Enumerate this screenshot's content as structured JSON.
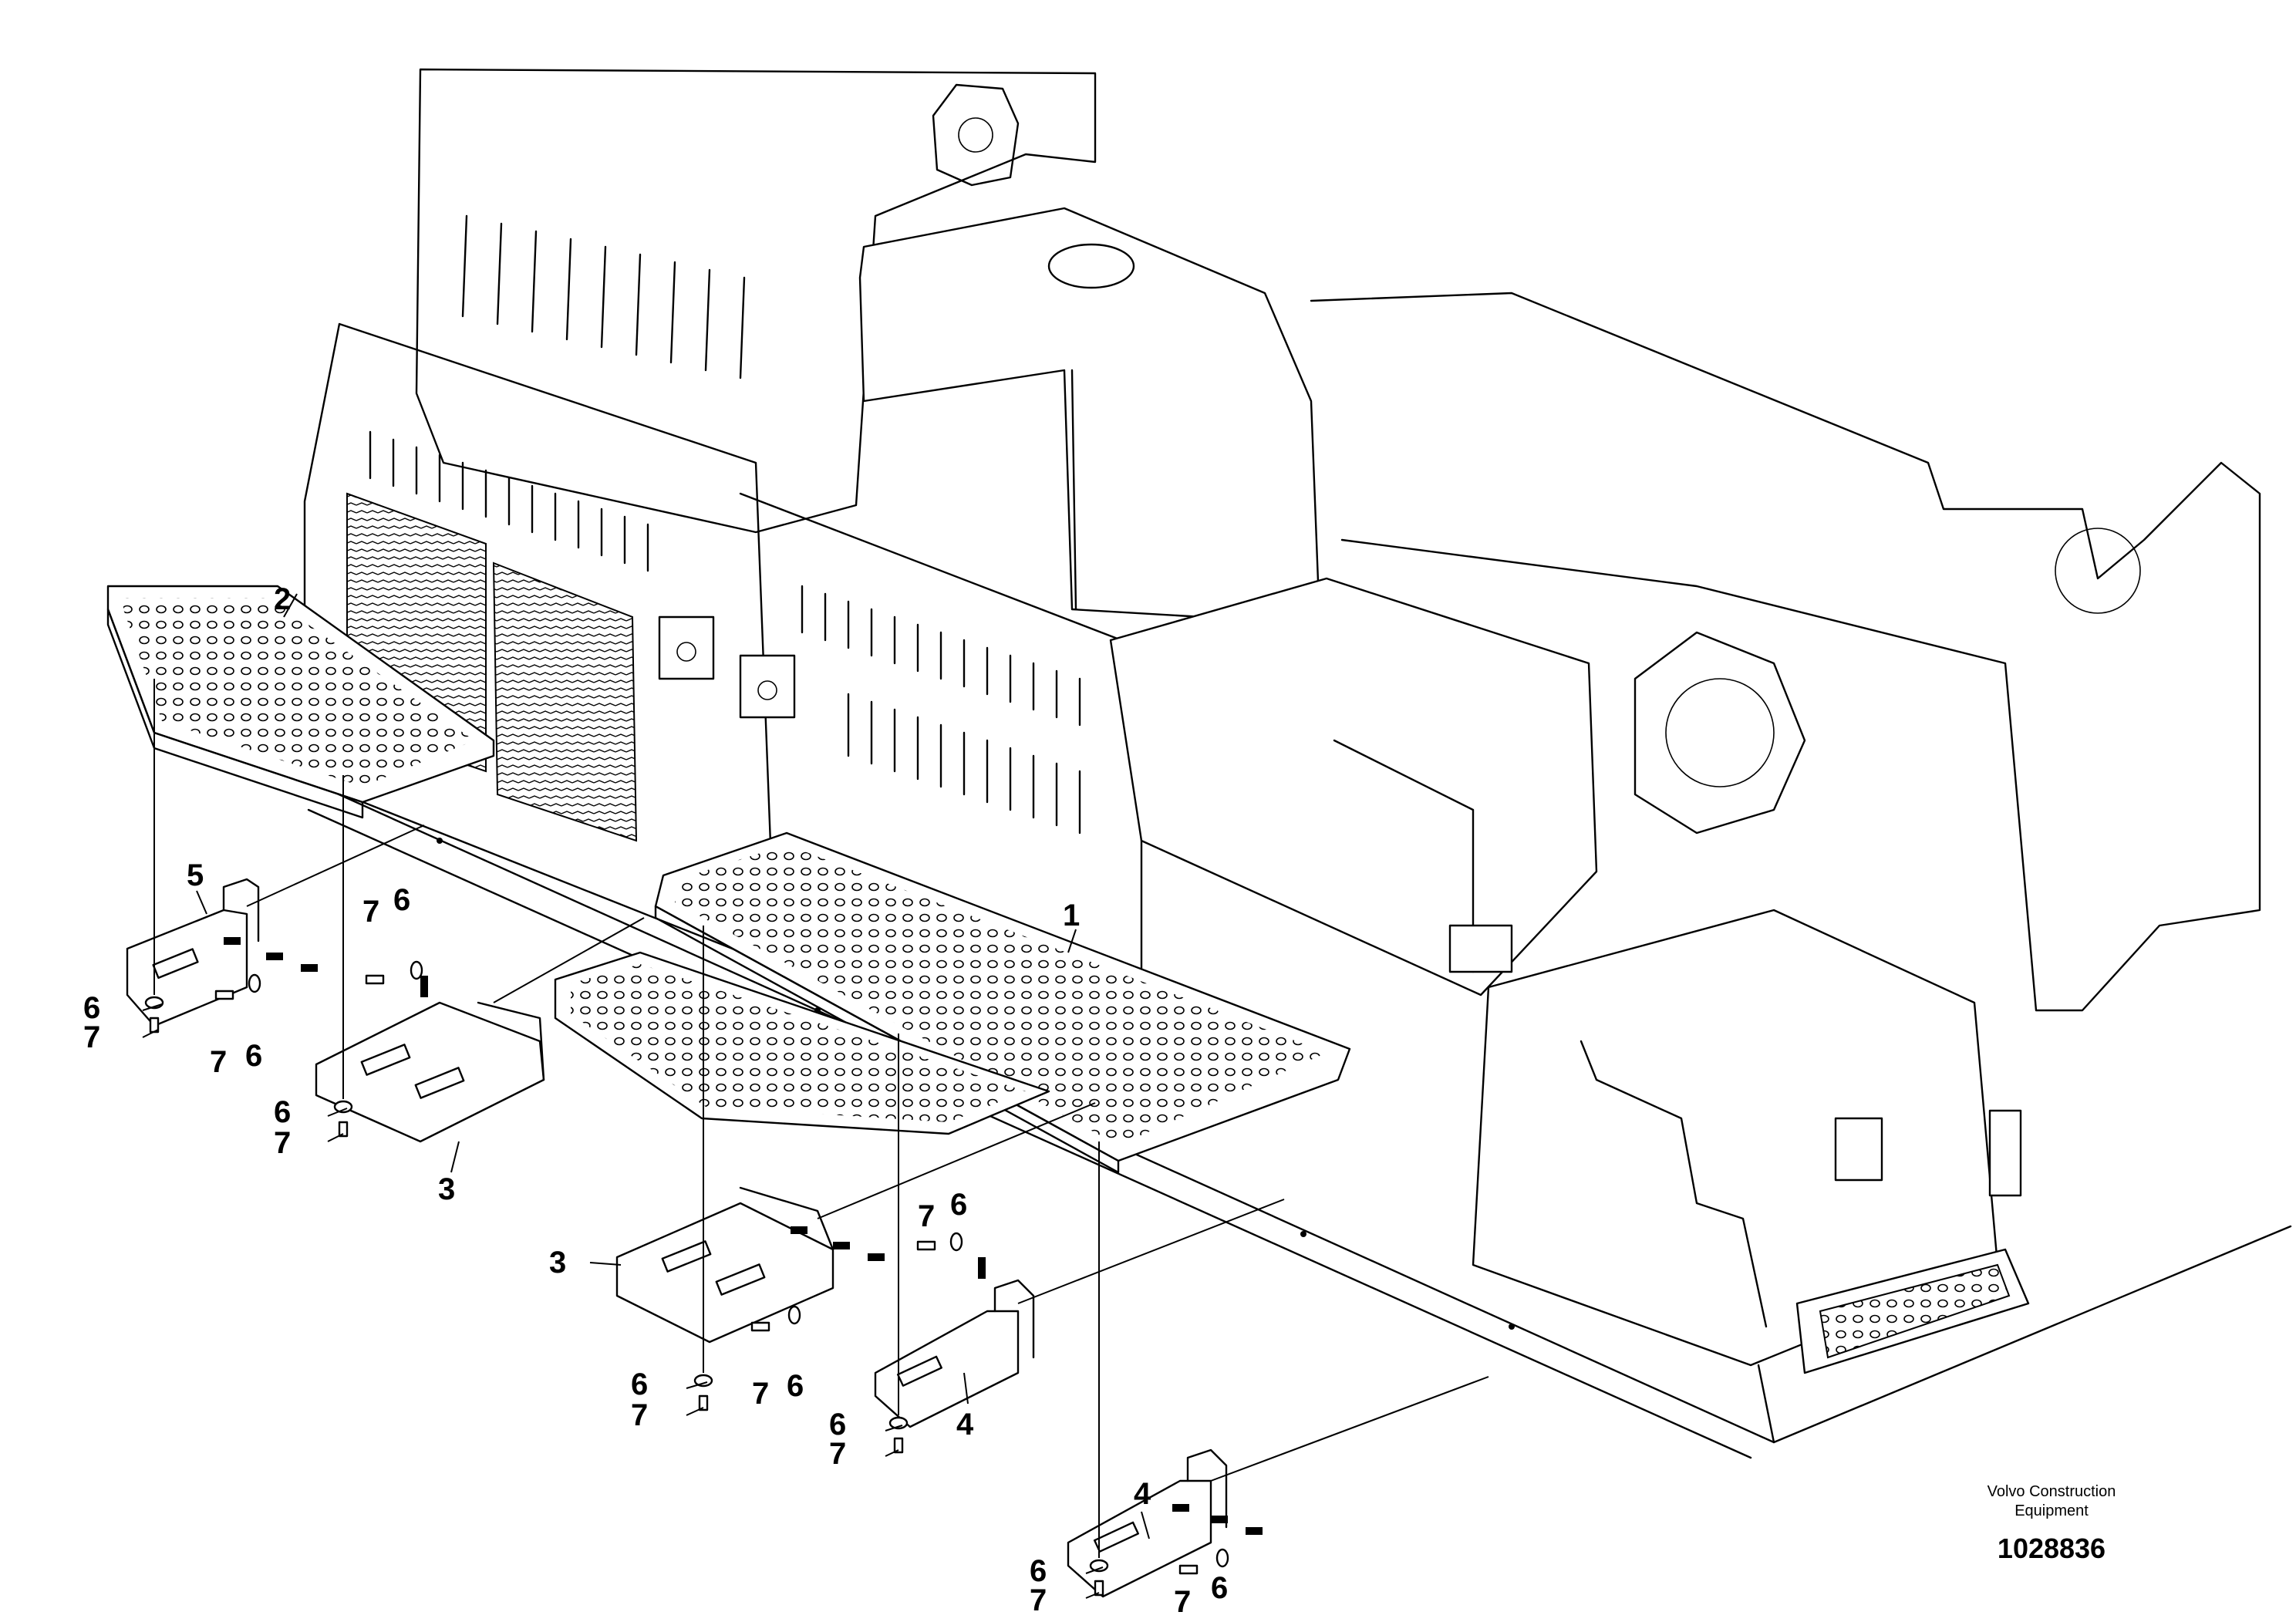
{
  "brand": {
    "line1": "Volvo Construction",
    "line2": "Equipment"
  },
  "document": {
    "number": "1028836"
  },
  "callouts": {
    "c1": "1",
    "c2": "2",
    "c3a": "3",
    "c3b": "3",
    "c4a": "4",
    "c4b": "4",
    "c5": "5",
    "c6a": "6",
    "c6b": "6",
    "c6c": "6",
    "c6d": "6",
    "c6e": "6",
    "c6f": "6",
    "c6g": "6",
    "c6h": "6",
    "c6i": "6",
    "c6j": "6",
    "c7a": "7",
    "c7b": "7",
    "c7c": "7",
    "c7d": "7",
    "c7e": "7",
    "c7f": "7",
    "c7g": "7",
    "c7h": "7",
    "c7i": "7",
    "c7j": "7"
  }
}
